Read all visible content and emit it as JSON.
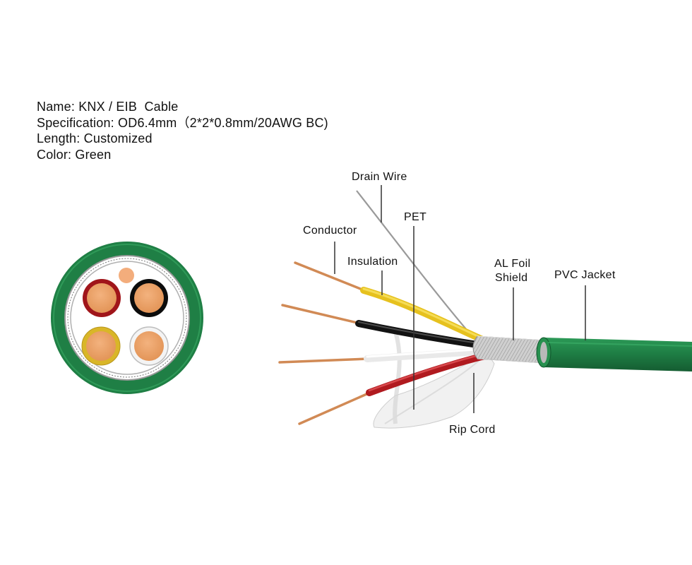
{
  "specs": {
    "name": "Name: KNX / EIB  Cable",
    "specification": "Specification: OD6.4mm（2*2*0.8mm/20AWG BC)",
    "length": "Length: Customized",
    "color": "Color: Green"
  },
  "labels": {
    "drain_wire": "Drain Wire",
    "pet": "PET",
    "conductor": "Conductor",
    "insulation": "Insulation",
    "al_foil_line1": "AL Foil",
    "al_foil_line2": "Shield",
    "pvc_jacket": "PVC Jacket",
    "rip_cord": "Rip Cord"
  },
  "colors": {
    "jacket_green": "#1f7f45",
    "copper": "#e8a06a",
    "red": "#b5181e",
    "black": "#111111",
    "yellow": "#e8c520",
    "white": "#f2f2f2",
    "foil": "#c9c9c9",
    "leader": "#333333"
  }
}
